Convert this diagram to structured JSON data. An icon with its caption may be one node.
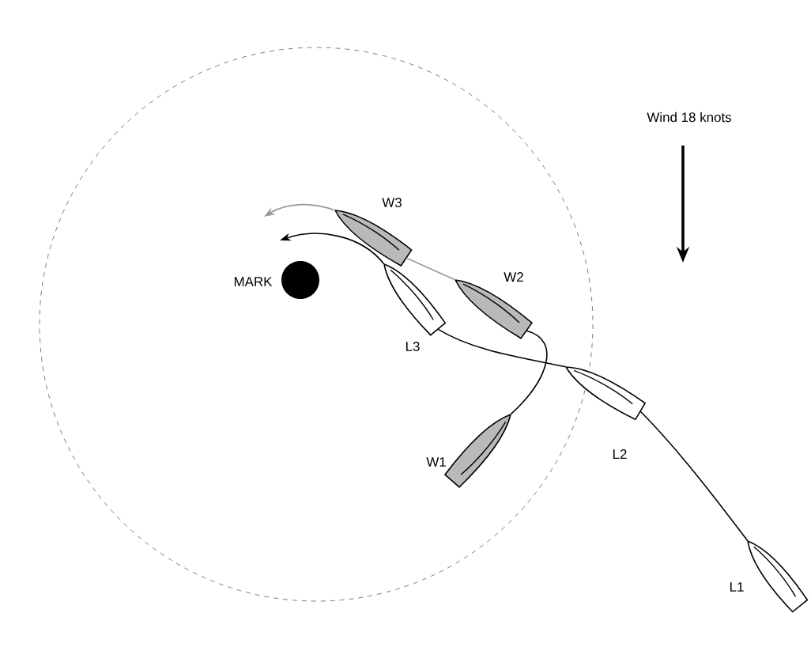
{
  "diagram": {
    "nodes": [
      {
        "text": [
          "W3"
        ]
      },
      {
        "text": [
          "MARK"
        ]
      },
      {
        "text": [
          "W2"
        ]
      },
      {
        "text": [
          "L3"
        ]
      },
      {
        "text": [
          "W1"
        ]
      },
      {
        "text": [
          "L2"
        ]
      },
      {
        "text": [
          "L1"
        ]
      }
    ],
    "edges": [
      {
        "from": 6,
        "to": 5,
        "arrow": "none"
      },
      {
        "from": 5,
        "to": 3,
        "arrow": "none"
      },
      {
        "from": 4,
        "to": 2,
        "arrow": "none"
      },
      {
        "from": 2,
        "to": 0,
        "arrow": "none",
        "color": "#999999"
      },
      {
        "from": 0,
        "to": null,
        "arrow": "to",
        "color": "#999999"
      },
      {
        "from": 3,
        "to": null,
        "arrow": "to"
      }
    ],
    "labels": [
      "Wind 18 knots"
    ]
  }
}
